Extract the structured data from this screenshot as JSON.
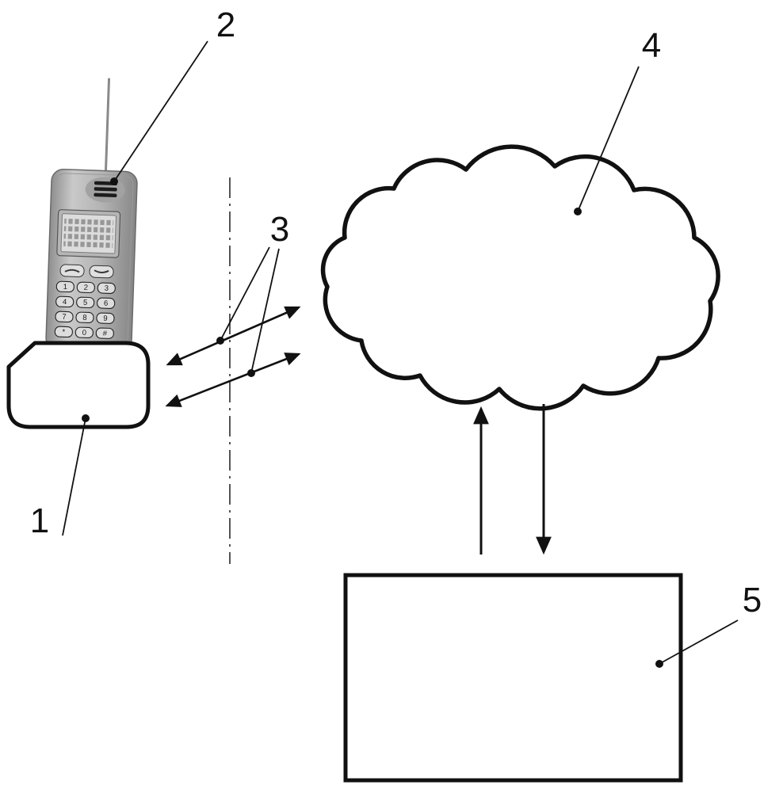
{
  "figure": {
    "reference_labels": {
      "label1": "1",
      "label2": "2",
      "label3": "3",
      "label4": "4",
      "label5": "5"
    },
    "phone_keys": [
      "1",
      "2",
      "3",
      "4",
      "5",
      "6",
      "7",
      "8",
      "9",
      "*",
      "0",
      "#"
    ]
  },
  "colors": {
    "line_ink": "#111111",
    "background": "#ffffff",
    "phone_body_gray": "#b3b3b3"
  }
}
